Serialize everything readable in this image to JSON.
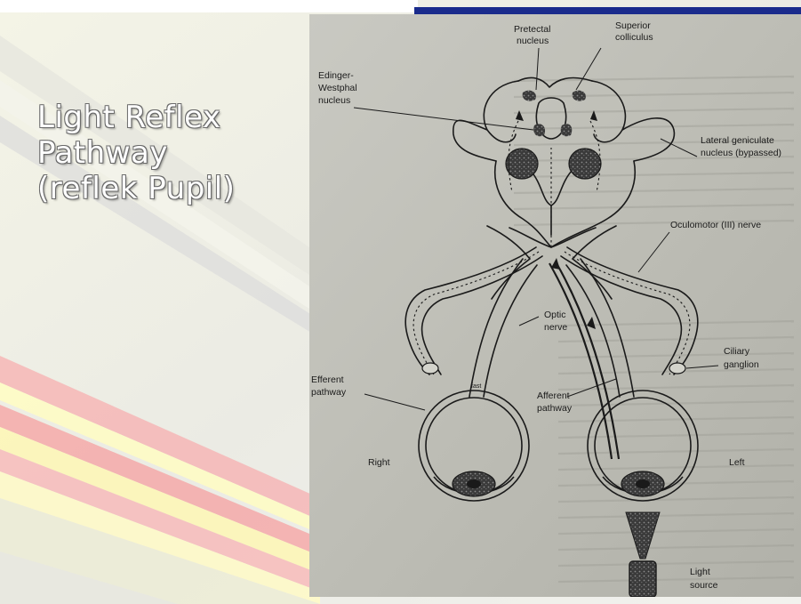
{
  "slide": {
    "title_lines": [
      "Light Reflex",
      "Pathway",
      "(reflek Pupil)"
    ],
    "accent_color": "#1a2b8c",
    "stripe_colors": [
      "#f6b6b6",
      "#fdfbc6",
      "#e0e0e0",
      "#ececd6"
    ]
  },
  "diagram": {
    "labels": {
      "pretectal_line1": "Pretectal",
      "pretectal_line2": "nucleus",
      "superior_line1": "Superior",
      "superior_line2": "colliculus",
      "edinger_line1": "Edinger-",
      "edinger_line2": "Westphal",
      "edinger_line3": "nucleus",
      "lateral_line1": "Lateral geniculate",
      "lateral_line2": "nucleus (bypassed)",
      "oculomotor": "Oculomotor (III) nerve",
      "optic_line1": "Optic",
      "optic_line2": "nerve",
      "ciliary_line1": "Ciliary",
      "ciliary_line2": "ganglion",
      "efferent_line1": "Efferent",
      "efferent_line2": "pathway",
      "afferent_line1": "Afferent",
      "afferent_line2": "pathway",
      "right": "Right",
      "left": "Left",
      "light_line1": "Light",
      "light_line2": "source",
      "small_mark": "fast"
    }
  }
}
